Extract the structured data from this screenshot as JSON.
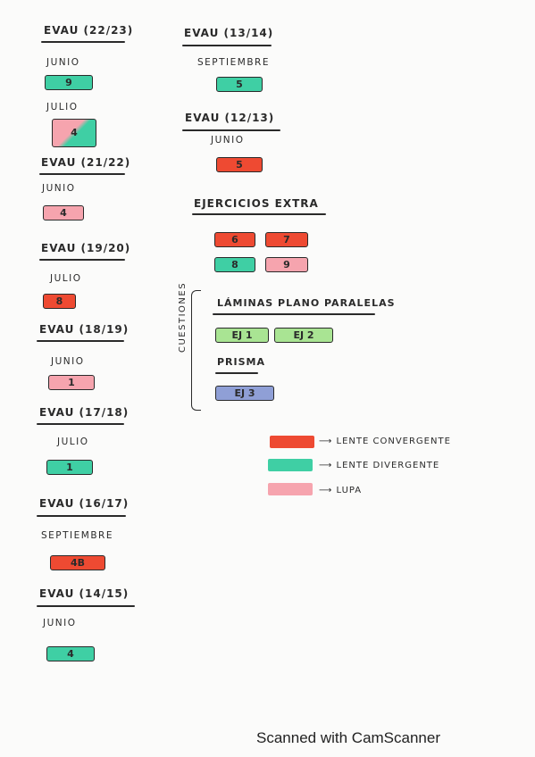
{
  "left_column": [
    {
      "heading": "EVAU (22/23)",
      "month": "JUNIO",
      "boxes": [
        {
          "label": "9",
          "color": "green"
        }
      ]
    },
    {
      "heading": "",
      "month": "JULIO",
      "boxes": [
        {
          "label": "4",
          "color": "pink-green"
        }
      ]
    },
    {
      "heading": "EVAU (21/22)",
      "month": "JUNIO",
      "boxes": [
        {
          "label": "4",
          "color": "pink"
        }
      ]
    },
    {
      "heading": "EVAU (19/20)",
      "month": "JULIO",
      "boxes": [
        {
          "label": "8",
          "color": "red"
        }
      ]
    },
    {
      "heading": "EVAU (18/19)",
      "month": "JUNIO",
      "boxes": [
        {
          "label": "1",
          "color": "pink"
        }
      ]
    },
    {
      "heading": "EVAU (17/18)",
      "month": "JULIO",
      "boxes": [
        {
          "label": "1",
          "color": "green"
        }
      ]
    },
    {
      "heading": "EVAU (16/17)",
      "month": "SEPTIEMBRE",
      "boxes": [
        {
          "label": "4B",
          "color": "red"
        }
      ]
    },
    {
      "heading": "EVAU (14/15)",
      "month": "JUNIO",
      "boxes": [
        {
          "label": "4",
          "color": "green"
        }
      ]
    }
  ],
  "right_column": [
    {
      "heading": "EVAU (13/14)",
      "month": "SEPTIEMBRE",
      "boxes": [
        {
          "label": "5",
          "color": "green"
        }
      ]
    },
    {
      "heading": "EVAU (12/13)",
      "month": "JUNIO",
      "boxes": [
        {
          "label": "5",
          "color": "red"
        }
      ]
    }
  ],
  "extra": {
    "heading": "EJERCICIOS EXTRA",
    "row1": [
      {
        "label": "6",
        "color": "red"
      },
      {
        "label": "7",
        "color": "red"
      }
    ],
    "row2": [
      {
        "label": "8",
        "color": "green"
      },
      {
        "label": "9",
        "color": "pink"
      }
    ]
  },
  "cuestiones": {
    "vertical_label": "CUESTIONES",
    "laminas_heading": "LÁMINAS PLANO PARALELAS",
    "laminas_items": [
      "EJ 1",
      "EJ 2"
    ],
    "prisma_heading": "PRISMA",
    "prisma_items": [
      "EJ 3"
    ]
  },
  "legend": [
    {
      "label": "LENTE CONVERGENTE",
      "color": "#ee4a32"
    },
    {
      "label": "LENTE DIVERGENTE",
      "color": "#3fcfa4"
    },
    {
      "label": "LUPA",
      "color": "#f6a4ae"
    }
  ],
  "footer": "Scanned with CamScanner"
}
